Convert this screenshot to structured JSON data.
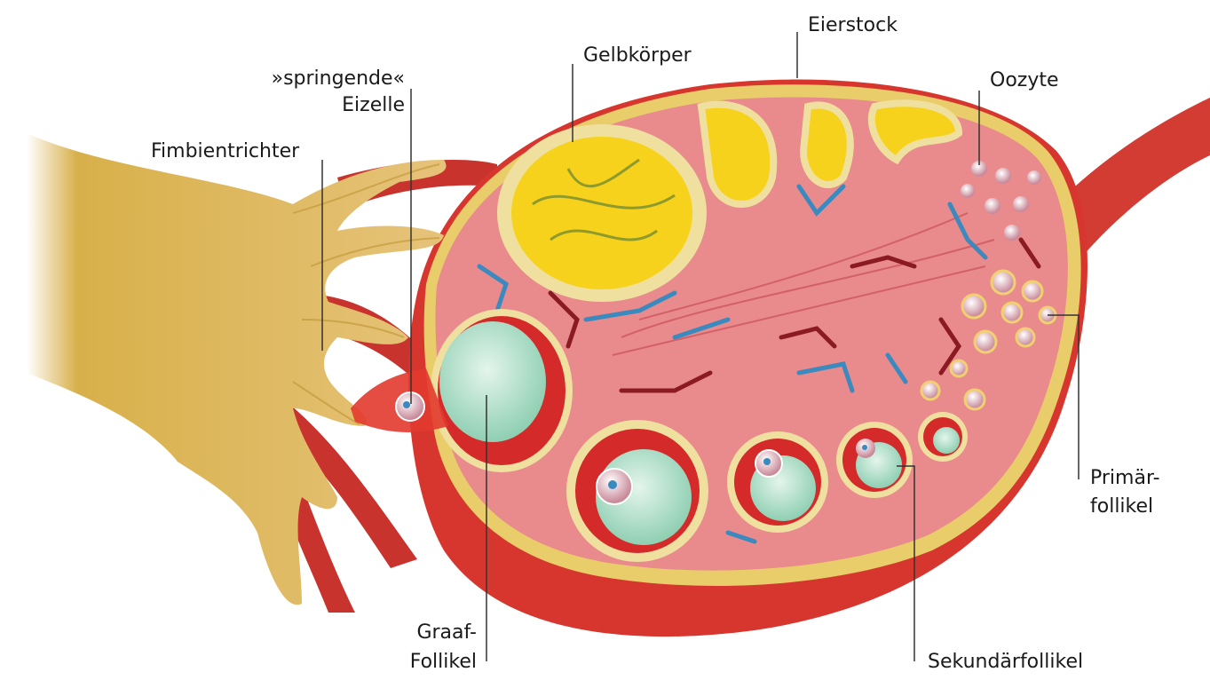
{
  "title": "Eierstock anatomy diagram",
  "labels": {
    "fimbrien": "Fimbientrichter",
    "eizelle_1": "»springende«",
    "eizelle_2": "Eizelle",
    "gelbkoerper": "Gelbkörper",
    "eierstock": "Eierstock",
    "oozyte": "Oozyte",
    "primaer_1": "Primär-",
    "primaer_2": "follikel",
    "sekundaer": "Sekundärfollikel",
    "graaf_1": "Graaf-",
    "graaf_2": "Follikel"
  },
  "colors": {
    "tissue": "#e98a8c",
    "capsule": "#d42a2a",
    "yellow_body": "#f5d21a",
    "follicle_fluid": "#a9dcc4",
    "fimbria": "#d9b34a"
  }
}
